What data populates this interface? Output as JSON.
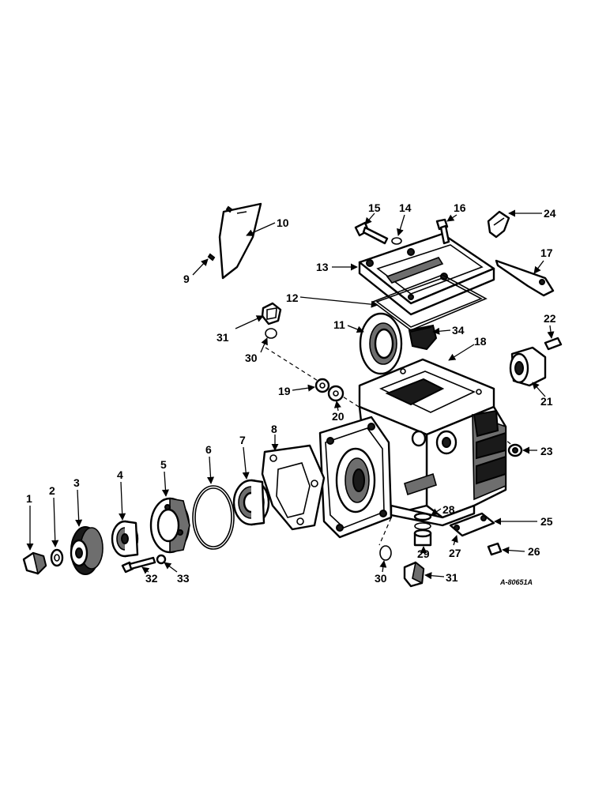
{
  "diagram": {
    "reference_code": "A-80651A",
    "callouts": [
      "1",
      "2",
      "3",
      "4",
      "5",
      "6",
      "7",
      "8",
      "9",
      "10",
      "11",
      "12",
      "13",
      "14",
      "15",
      "16",
      "17",
      "18",
      "19",
      "20",
      "21",
      "22",
      "23",
      "24",
      "25",
      "26",
      "27",
      "28",
      "29",
      "30",
      "31",
      "32",
      "33",
      "34"
    ]
  }
}
